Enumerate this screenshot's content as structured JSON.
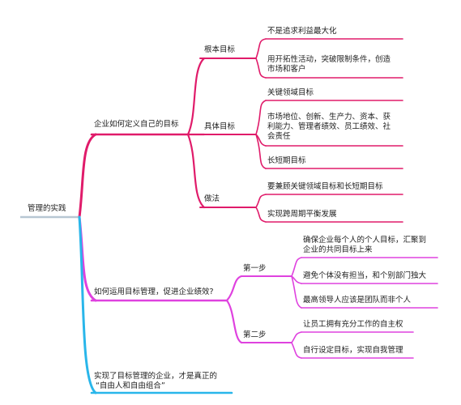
{
  "colors": {
    "root_line": "#b7c7d3",
    "branch1": "#e01b6a",
    "branch2": "#df42df",
    "branch3": "#29b6ea"
  },
  "root": {
    "label": "管理的实践"
  },
  "branch1": {
    "label": "企业如何定义自己的目标",
    "sub1": {
      "label": "根本目标",
      "leaves": [
        "不是追求利益最大化",
        "用开拓性活动，突破限制条件，创造市场和客户"
      ]
    },
    "sub2": {
      "label": "具体目标",
      "leaves": [
        "关键领域目标",
        "市场地位、创新、生产力、资本、获利能力、管理者绩效、员工绩效、社会责任",
        "长短期目标"
      ]
    },
    "sub3": {
      "label": "做法",
      "leaves": [
        "要兼顾关键领域目标和长短期目标",
        "实现跨周期平衡发展"
      ]
    }
  },
  "branch2": {
    "label": "如何运用目标管理，促进企业绩效?",
    "sub1": {
      "label": "第一步",
      "leaves": [
        "确保企业每个人的个人目标，汇聚到企业的共同目标上来",
        "避免个体没有担当，和个别部门独大",
        "最高领导人应该是团队而非个人"
      ]
    },
    "sub2": {
      "label": "第二步",
      "leaves": [
        "让员工拥有充分工作的自主权",
        "自行设定目标，实现自我管理"
      ]
    }
  },
  "branch3": {
    "label_line1": "实现了目标管理的企业，才是真正的",
    "label_line2": "“自由人和自由组合”"
  }
}
